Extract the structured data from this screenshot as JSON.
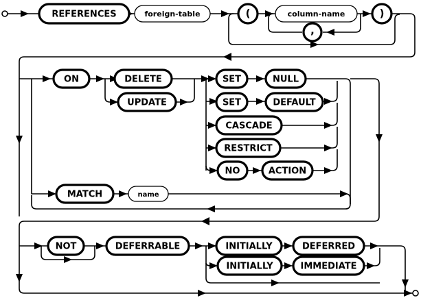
{
  "diagram": {
    "title": "REFERENCES clause railroad syntax diagram",
    "type": "railroad-syntax-diagram",
    "colors": {
      "background": "#ffffff",
      "line": "#000000",
      "text": "#000000",
      "box_fill": "#ffffff"
    },
    "start_marker": "start-circle",
    "end_marker": "end-circle",
    "rows": [
      {
        "id": "row-1",
        "nodes": [
          {
            "id": "references",
            "label": "REFERENCES",
            "kind": "terminal"
          },
          {
            "id": "foreign-table",
            "label": "foreign-table",
            "kind": "nonterminal"
          },
          {
            "id": "lparen",
            "label": "(",
            "kind": "terminal-circle"
          },
          {
            "id": "column-name",
            "label": "column-name",
            "kind": "nonterminal"
          },
          {
            "id": "comma",
            "label": ",",
            "kind": "terminal-circle"
          },
          {
            "id": "rparen",
            "label": ")",
            "kind": "terminal-circle"
          }
        ]
      },
      {
        "id": "row-2",
        "nodes": [
          {
            "id": "on",
            "label": "ON",
            "kind": "terminal"
          },
          {
            "id": "delete",
            "label": "DELETE",
            "kind": "terminal"
          },
          {
            "id": "update",
            "label": "UPDATE",
            "kind": "terminal"
          },
          {
            "id": "set-null-set",
            "label": "SET",
            "kind": "terminal"
          },
          {
            "id": "null",
            "label": "NULL",
            "kind": "terminal"
          },
          {
            "id": "set-default-set",
            "label": "SET",
            "kind": "terminal"
          },
          {
            "id": "default",
            "label": "DEFAULT",
            "kind": "terminal"
          },
          {
            "id": "cascade",
            "label": "CASCADE",
            "kind": "terminal"
          },
          {
            "id": "restrict",
            "label": "RESTRICT",
            "kind": "terminal"
          },
          {
            "id": "no",
            "label": "NO",
            "kind": "terminal"
          },
          {
            "id": "action",
            "label": "ACTION",
            "kind": "terminal"
          },
          {
            "id": "match",
            "label": "MATCH",
            "kind": "terminal"
          },
          {
            "id": "name",
            "label": "name",
            "kind": "nonterminal"
          }
        ]
      },
      {
        "id": "row-3",
        "nodes": [
          {
            "id": "not",
            "label": "NOT",
            "kind": "terminal"
          },
          {
            "id": "deferrable",
            "label": "DEFERRABLE",
            "kind": "terminal"
          },
          {
            "id": "initially-deferred",
            "label": "INITIALLY",
            "kind": "terminal"
          },
          {
            "id": "deferred",
            "label": "DEFERRED",
            "kind": "terminal"
          },
          {
            "id": "initially-immediate",
            "label": "INITIALLY",
            "kind": "terminal"
          },
          {
            "id": "immediate",
            "label": "IMMEDIATE",
            "kind": "terminal"
          }
        ]
      }
    ]
  }
}
